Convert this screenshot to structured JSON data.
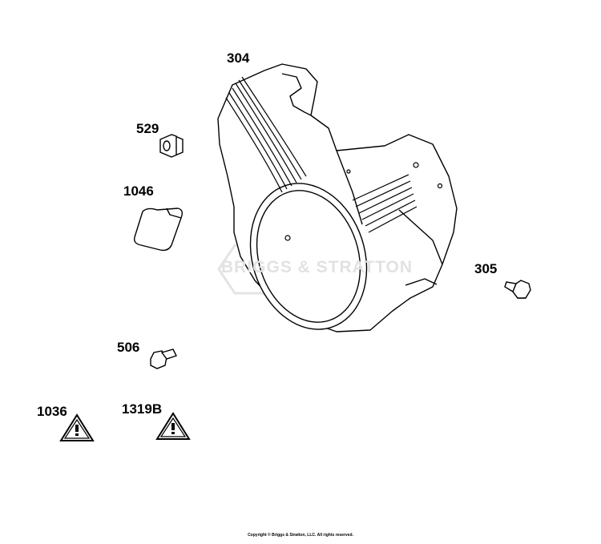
{
  "parts": [
    {
      "number": "304"
    },
    {
      "number": "529"
    },
    {
      "number": "1046"
    },
    {
      "number": "305"
    },
    {
      "number": "506"
    },
    {
      "number": "1036"
    },
    {
      "number": "1319B"
    }
  ],
  "watermark": "BRIGGS & STRATTON",
  "copyright": "Copyright © Briggs & Stratton, LLC. All rights reserved."
}
